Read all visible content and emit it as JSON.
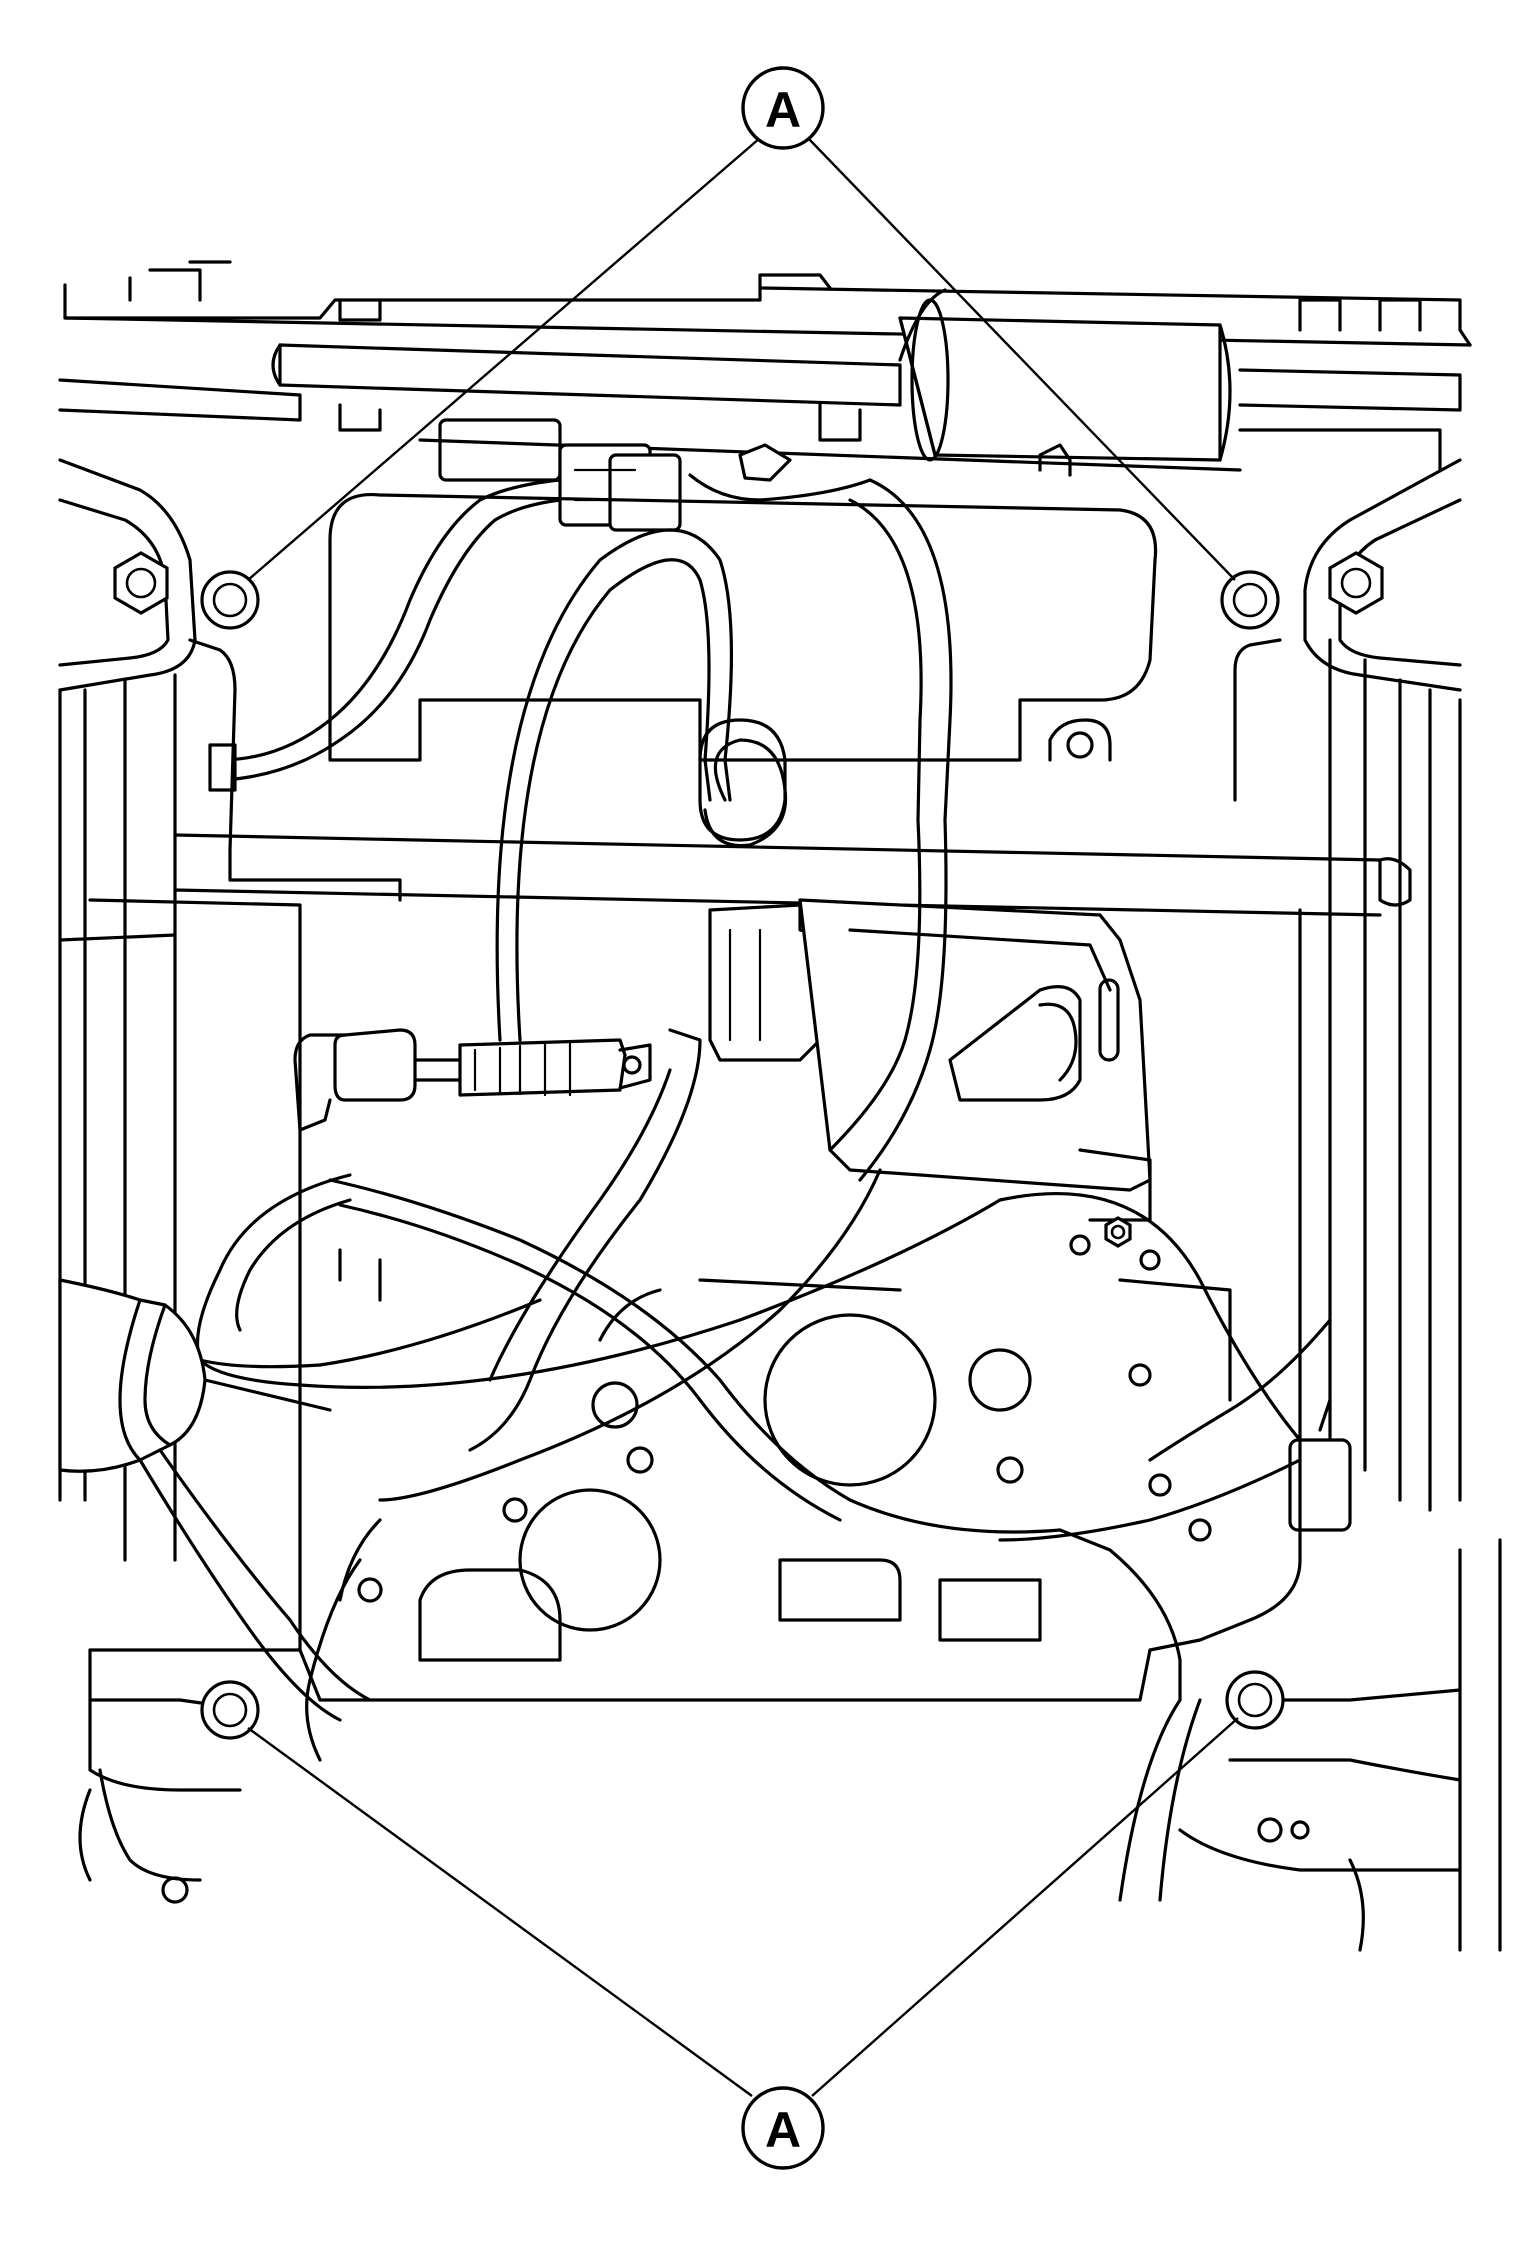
{
  "callouts": {
    "top_label": "A",
    "bottom_label": "A"
  },
  "icons": {
    "bolt": "hex-bolt-icon",
    "callout": "circle-letter-callout"
  },
  "colors": {
    "line": "#000000",
    "background": "#ffffff"
  }
}
